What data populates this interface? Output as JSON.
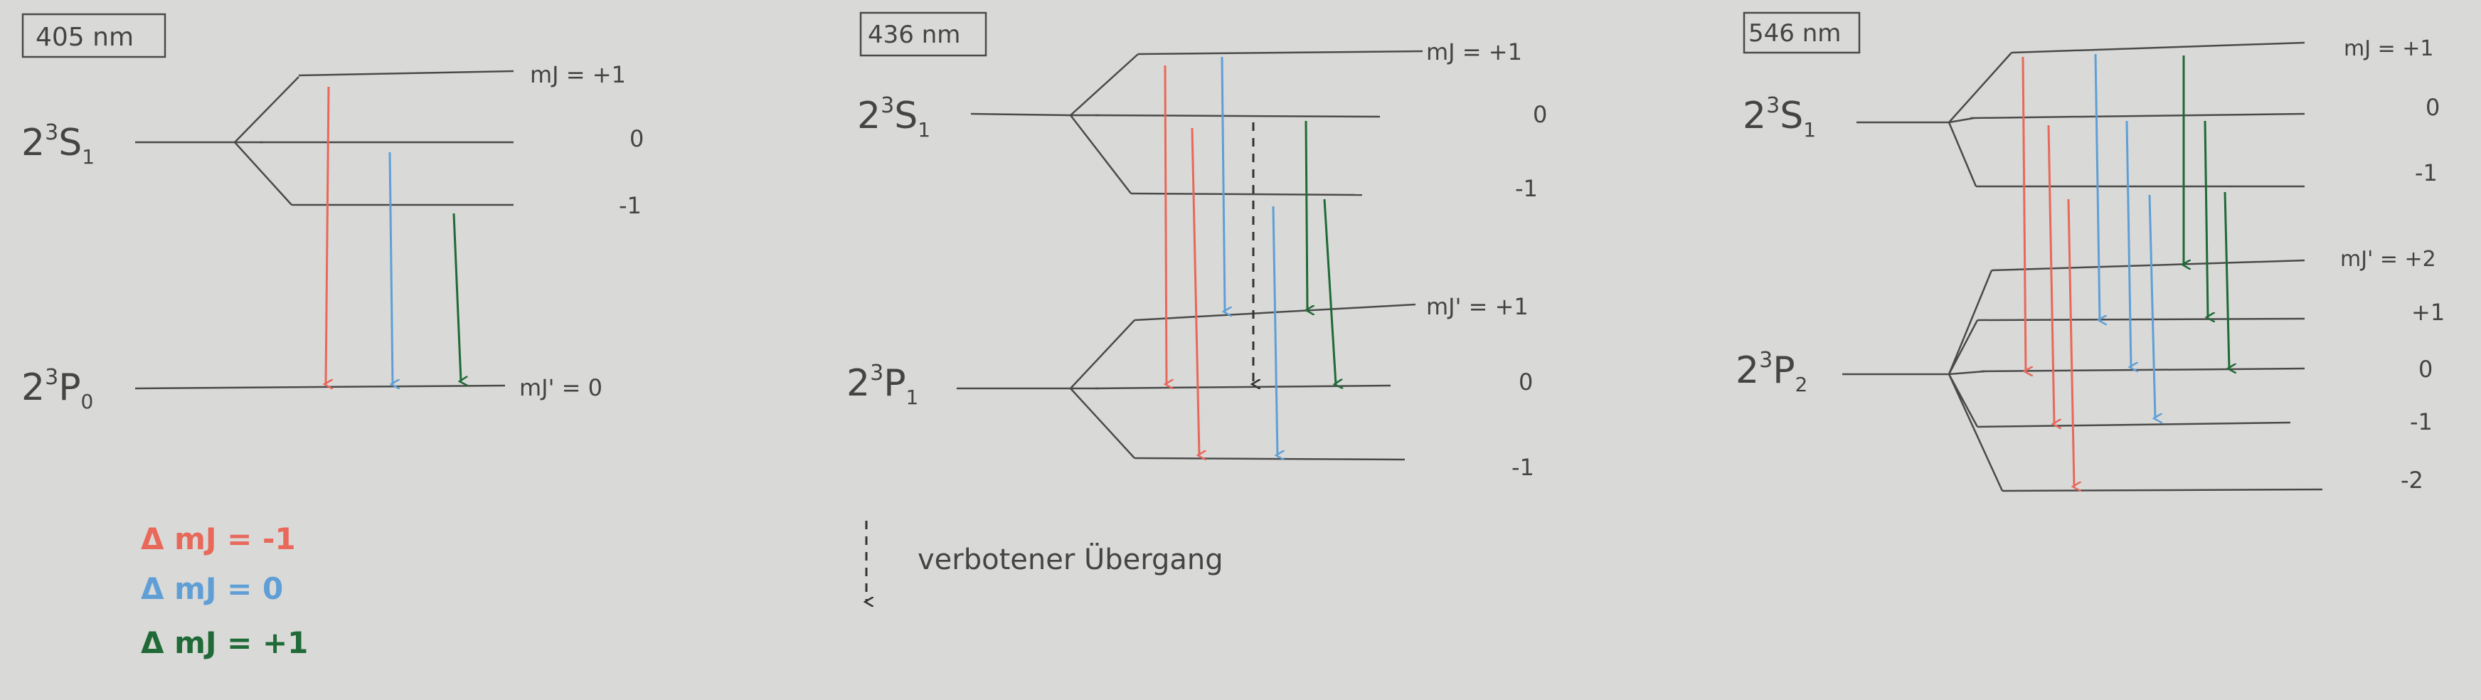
{
  "panels": {
    "p405": {
      "wavelength": "405 nm",
      "upper_state": {
        "base": "2",
        "sup": "3",
        "letter": "S",
        "sub": "1"
      },
      "lower_state": {
        "base": "2",
        "sup": "3",
        "letter": "P",
        "sub": "0"
      },
      "mj_upper": [
        "mJ = +1",
        "0",
        "-1"
      ],
      "mj_lower": [
        "mJ' = 0"
      ]
    },
    "p436": {
      "wavelength": "436 nm",
      "upper_state": {
        "base": "2",
        "sup": "3",
        "letter": "S",
        "sub": "1"
      },
      "lower_state": {
        "base": "2",
        "sup": "3",
        "letter": "P",
        "sub": "1"
      },
      "mj_upper": [
        "mJ = +1",
        "0",
        "-1"
      ],
      "mj_lower": [
        "mJ' = +1",
        "0",
        "-1"
      ]
    },
    "p546": {
      "wavelength": "546 nm",
      "upper_state": {
        "base": "2",
        "sup": "3",
        "letter": "S",
        "sub": "1"
      },
      "lower_state": {
        "base": "2",
        "sup": "3",
        "letter": "P",
        "sub": "2"
      },
      "mj_upper": [
        "mJ = +1",
        "0",
        "-1"
      ],
      "mj_lower": [
        "mJ' = +2",
        "+1",
        "0",
        "-1",
        "-2"
      ]
    }
  },
  "legend": {
    "red": "Δ mJ = -1",
    "blue": "Δ mJ = 0",
    "green": "Δ mJ = +1"
  },
  "forbidden_note": "verbotener Übergang",
  "colors": {
    "red": "#e8685a",
    "blue": "#5f9fd6",
    "green": "#1f6a36",
    "line": "#4a4a4a",
    "paper": "#d9d9d7"
  }
}
